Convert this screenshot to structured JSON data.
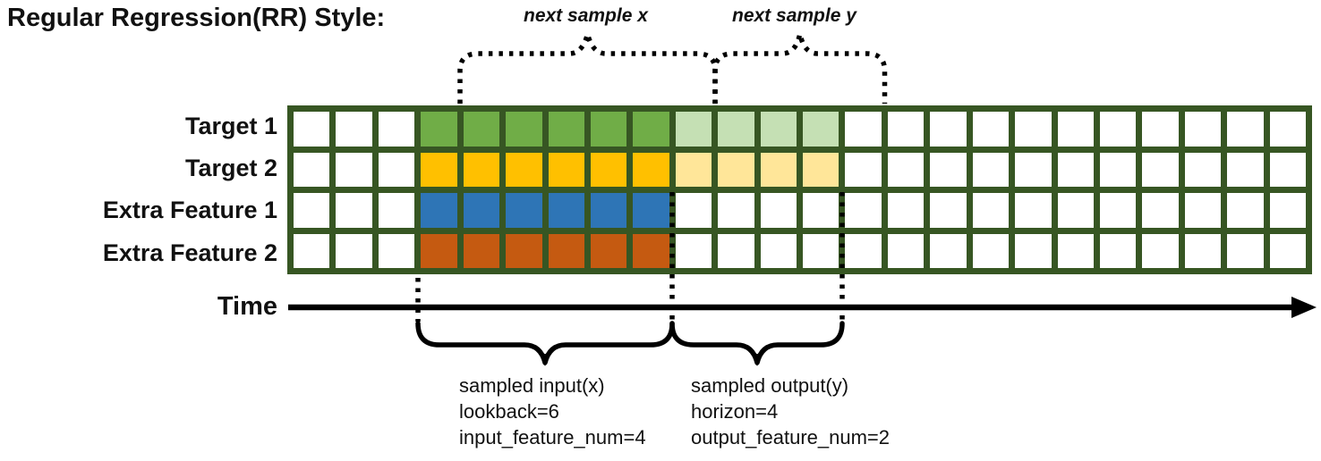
{
  "title": "Regular Regression(RR) Style:",
  "colors": {
    "grid_border": "#375623",
    "target1_lookback": "#70AD47",
    "target1_horizon": "#C5E0B4",
    "target2_lookback": "#FFC000",
    "target2_horizon": "#FFE699",
    "extra1_lookback": "#2E75B6",
    "extra2_lookback": "#C55A11",
    "annotation": "#000000"
  },
  "grid": {
    "columns": 24,
    "lead_empty": 3,
    "lookback": 6,
    "horizon": 4,
    "rows": [
      {
        "label": "Target 1",
        "lookback_color": "#70AD47",
        "horizon_color": "#C5E0B4"
      },
      {
        "label": "Target 2",
        "lookback_color": "#FFC000",
        "horizon_color": "#FFE699"
      },
      {
        "label": "Extra Feature 1",
        "lookback_color": "#2E75B6",
        "horizon_color": null
      },
      {
        "label": "Extra Feature 2",
        "lookback_color": "#C55A11",
        "horizon_color": null
      }
    ]
  },
  "annotations": {
    "next_sample_x": "next sample x",
    "next_sample_y": "next sample y",
    "time_label": "Time",
    "input_block": {
      "line1": "sampled input(x)",
      "line2": "lookback=6",
      "line3": "input_feature_num=4"
    },
    "output_block": {
      "line1": "sampled output(y)",
      "line2": "horizon=4",
      "line3": "output_feature_num=2"
    }
  }
}
